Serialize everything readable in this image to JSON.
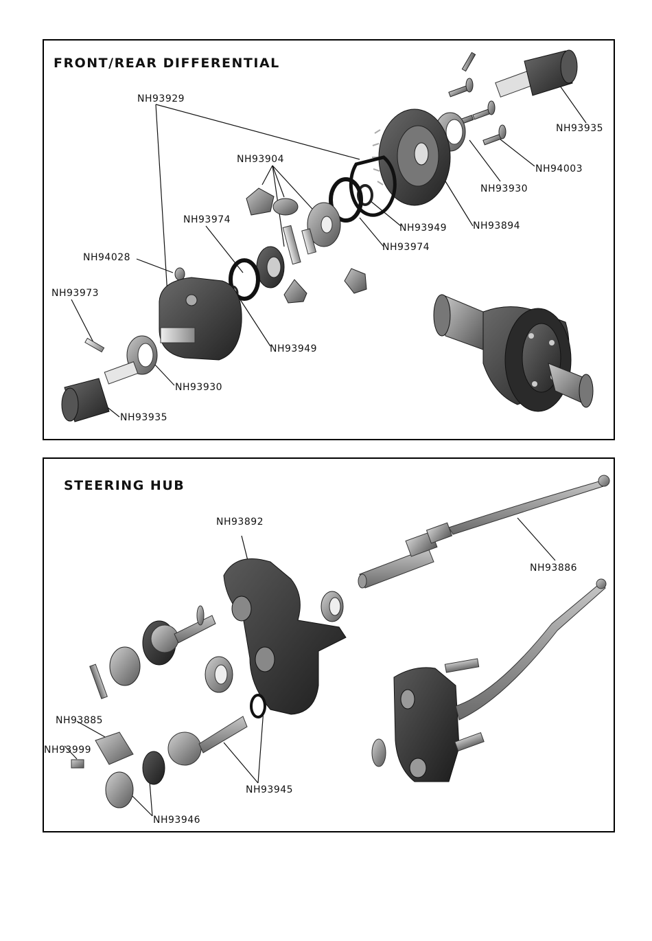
{
  "diff": {
    "title": "FRONT/REAR DIFFERENTIAL",
    "labels": {
      "nh93929": "NH93929",
      "nh93935_top": "NH93935",
      "nh93904": "NH93904",
      "nh94003": "NH94003",
      "nh93930_top": "NH93930",
      "nh93974_left": "NH93974",
      "nh93949_top": "NH93949",
      "nh93894": "NH93894",
      "nh93974_right": "NH93974",
      "nh94028": "NH94028",
      "nh93973": "NH93973",
      "nh93949_bottom": "NH93949",
      "nh93930_bottom": "NH93930",
      "nh93935_bottom": "NH93935"
    }
  },
  "steer": {
    "title": "STEERING HUB",
    "labels": {
      "nh93892": "NH93892",
      "nh93886": "NH93886",
      "nh93885": "NH93885",
      "nh93999": "NH93999",
      "nh93945": "NH93945",
      "nh93946": "NH93946"
    }
  },
  "colors": {
    "part_dark": "#3a3a3a",
    "part_mid": "#7a7a7a",
    "part_light": "#b5b5b5",
    "line": "#111111"
  }
}
